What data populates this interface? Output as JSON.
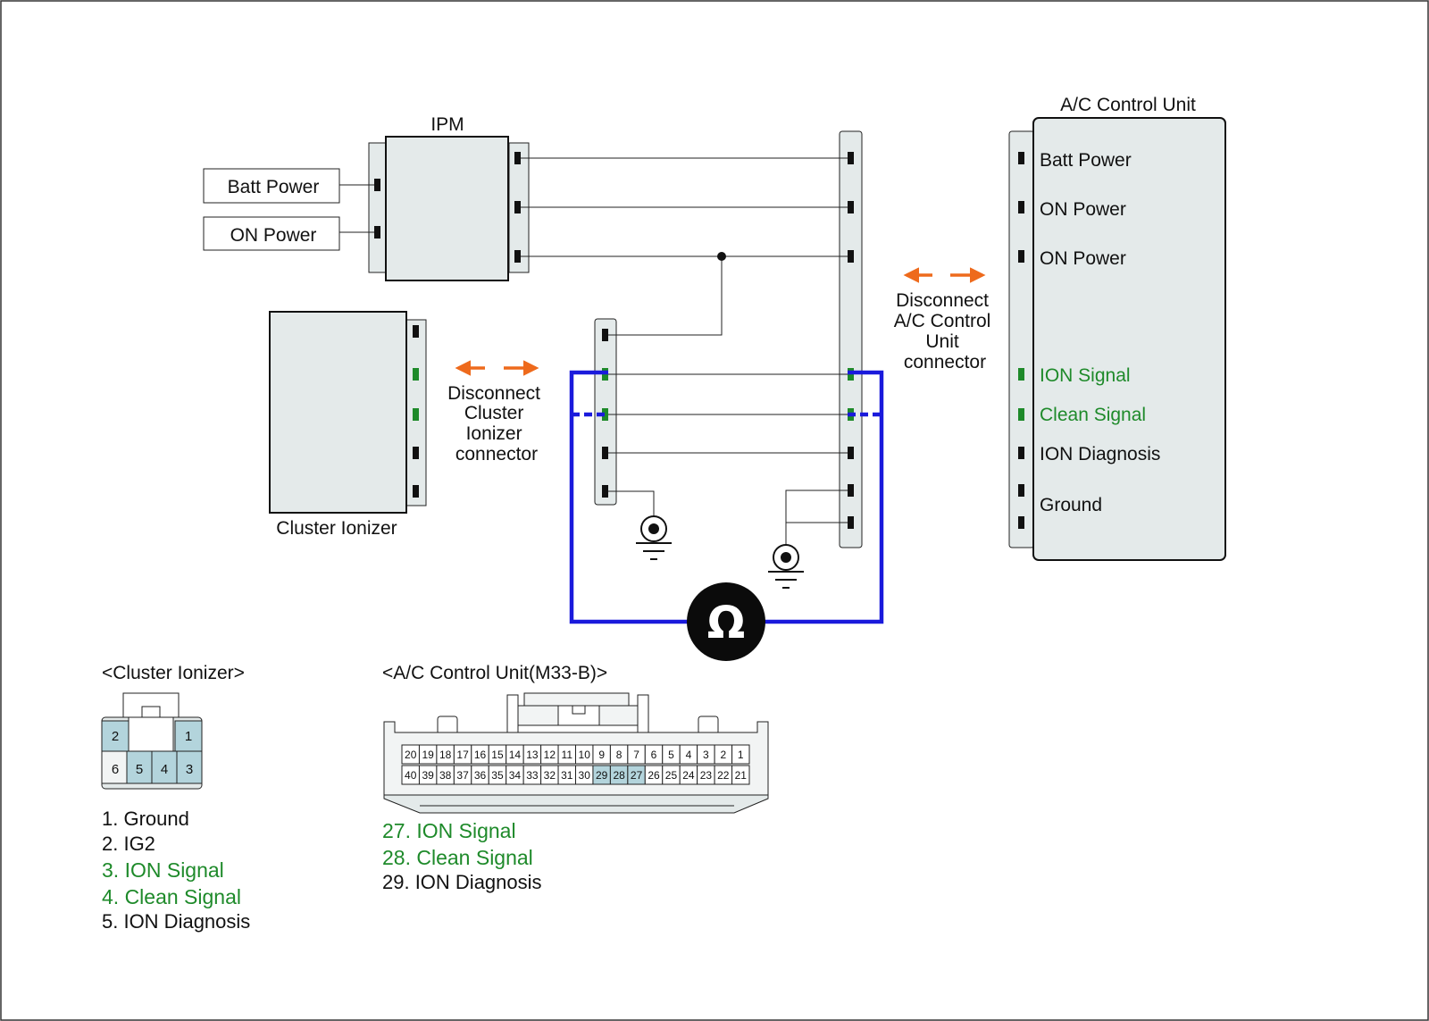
{
  "labels": {
    "ipm": "IPM",
    "acu_title": "A/C Control Unit",
    "batt_power": "Batt Power",
    "on_power": "ON Power",
    "cluster_ionizer": "Cluster Ionizer",
    "disconnect_cluster": [
      "Disconnect",
      "Cluster",
      "Ionizer",
      "connector"
    ],
    "disconnect_acu": [
      "Disconnect",
      "A/C Control",
      "Unit",
      "connector"
    ],
    "ohm": "Ω"
  },
  "acu_pins": [
    {
      "label": "Batt Power",
      "signal": false
    },
    {
      "label": "ON Power",
      "signal": false
    },
    {
      "label": "ON Power",
      "signal": false
    },
    {
      "label": "ION Signal",
      "signal": true
    },
    {
      "label": "Clean Signal",
      "signal": true
    },
    {
      "label": "ION Diagnosis",
      "signal": false
    },
    {
      "label": "Ground",
      "signal": false
    }
  ],
  "cluster_connector": {
    "title": "<Cluster Ionizer>",
    "top_pins": [
      "2",
      "1"
    ],
    "bottom_pins": [
      "6",
      "5",
      "4",
      "3"
    ],
    "highlight": [
      "5",
      "4",
      "3",
      "2",
      "1"
    ],
    "legend": [
      {
        "text": "1. Ground",
        "signal": false
      },
      {
        "text": "2. IG2",
        "signal": false
      },
      {
        "text": "3. ION Signal",
        "signal": true
      },
      {
        "text": "4. Clean Signal",
        "signal": true
      },
      {
        "text": "5. ION Diagnosis",
        "signal": false
      }
    ]
  },
  "acu_connector": {
    "title": "<A/C Control Unit(M33-B)>",
    "row1": [
      "20",
      "19",
      "18",
      "17",
      "16",
      "15",
      "14",
      "13",
      "12",
      "11",
      "10",
      "9",
      "8",
      "7",
      "6",
      "5",
      "4",
      "3",
      "2",
      "1"
    ],
    "row2": [
      "40",
      "39",
      "38",
      "37",
      "36",
      "35",
      "34",
      "33",
      "32",
      "31",
      "30",
      "29",
      "28",
      "27",
      "26",
      "25",
      "24",
      "23",
      "22",
      "21"
    ],
    "highlight": [
      "29",
      "28",
      "27"
    ],
    "legend": [
      {
        "text": "27. ION Signal",
        "signal": true
      },
      {
        "text": "28. Clean Signal",
        "signal": true
      },
      {
        "text": "29. ION Diagnosis",
        "signal": false
      }
    ]
  },
  "colors": {
    "signal_green": "#1e8a2a",
    "pin_black": "#111111",
    "meter_blue": "#1a1adc",
    "arrow_orange": "#ee6a1c",
    "box_fill": "#e4eaea",
    "pin_highlight": "#b3d4dc"
  }
}
